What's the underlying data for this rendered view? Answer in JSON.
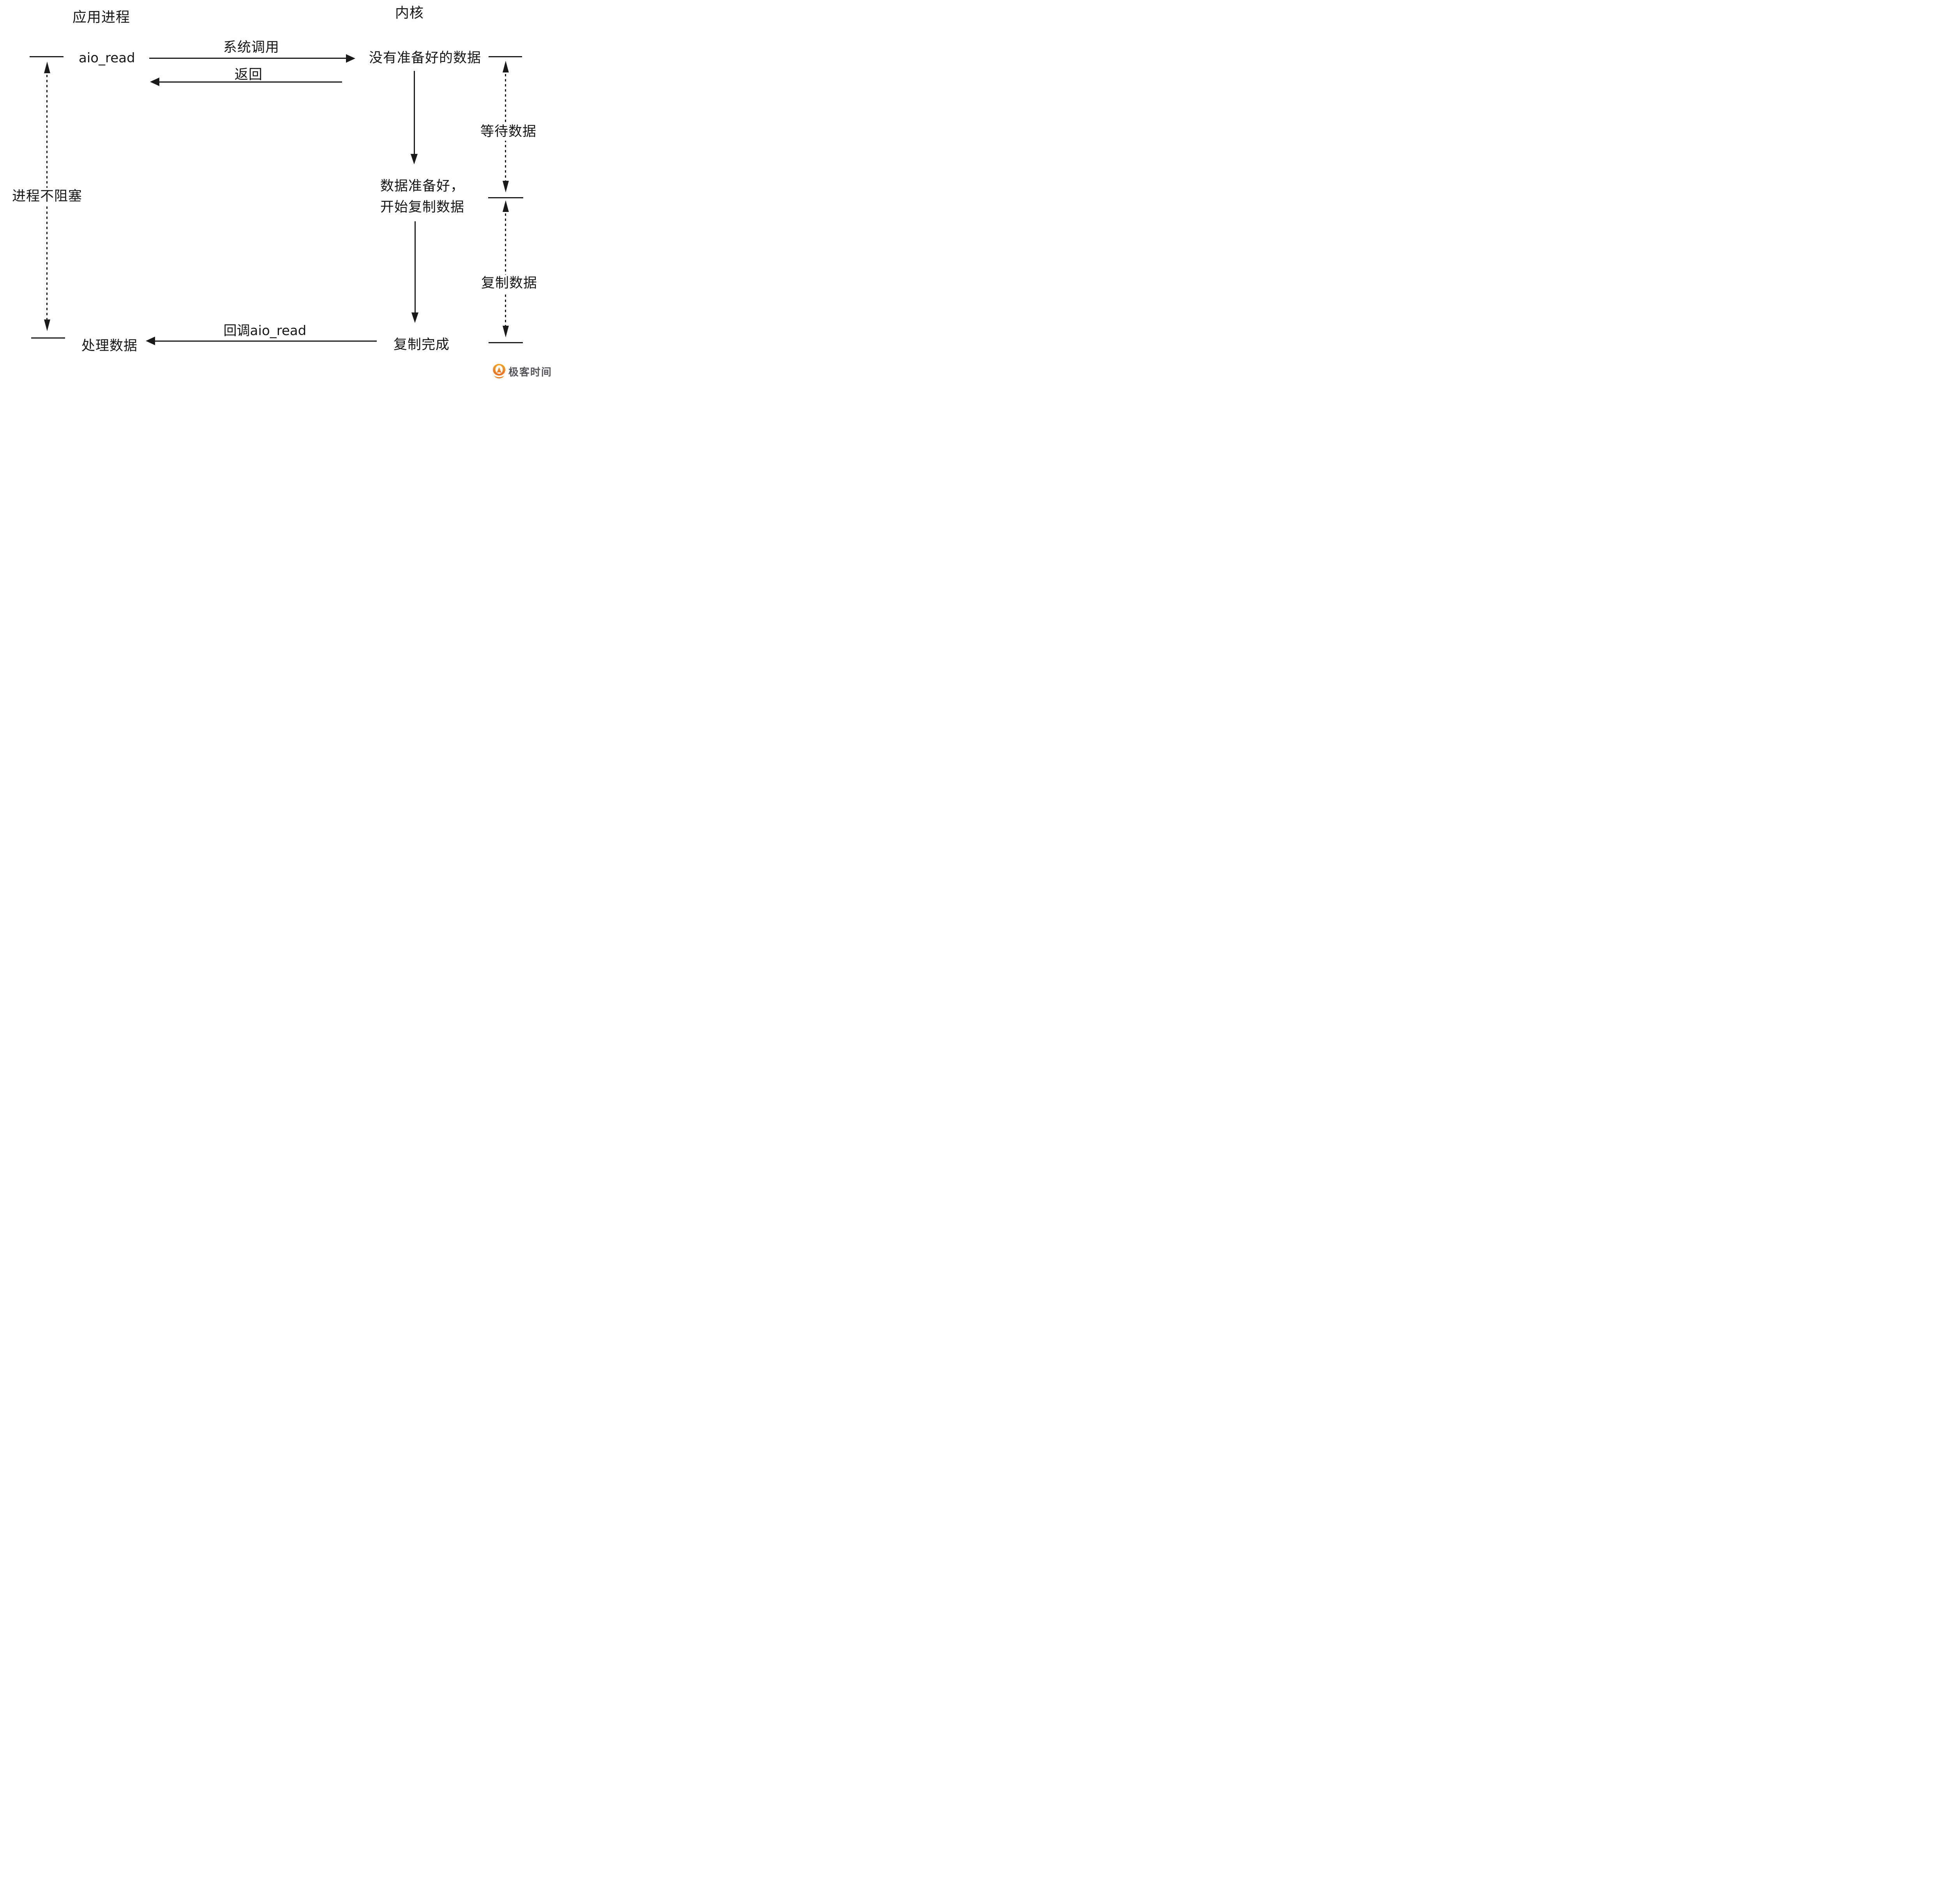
{
  "diagram": {
    "left_column_header": "应用进程",
    "right_column_header": "内核",
    "aio_read_label": "aio_read",
    "syscall_label": "系统调用",
    "return_label": "返回",
    "data_not_ready_label": "没有准备好的数据",
    "wait_data_label": "等待数据",
    "process_not_blocked_label": "进程不阻塞",
    "data_ready_line1": "数据准备好，",
    "data_ready_line2": "开始复制数据",
    "copy_data_label": "复制数据",
    "callback_label": "回调aio_read",
    "process_data_label": "处理数据",
    "copy_complete_label": "复制完成"
  },
  "footer_logo": {
    "brand_text": "极客时间"
  },
  "colors": {
    "ink": "#1a1a1a",
    "text": "#161616",
    "logo_orange_top": "#F9A11B",
    "logo_orange_bottom": "#EE6B1E",
    "logo_gray": "#55565A",
    "background": "#FFFFFF"
  }
}
